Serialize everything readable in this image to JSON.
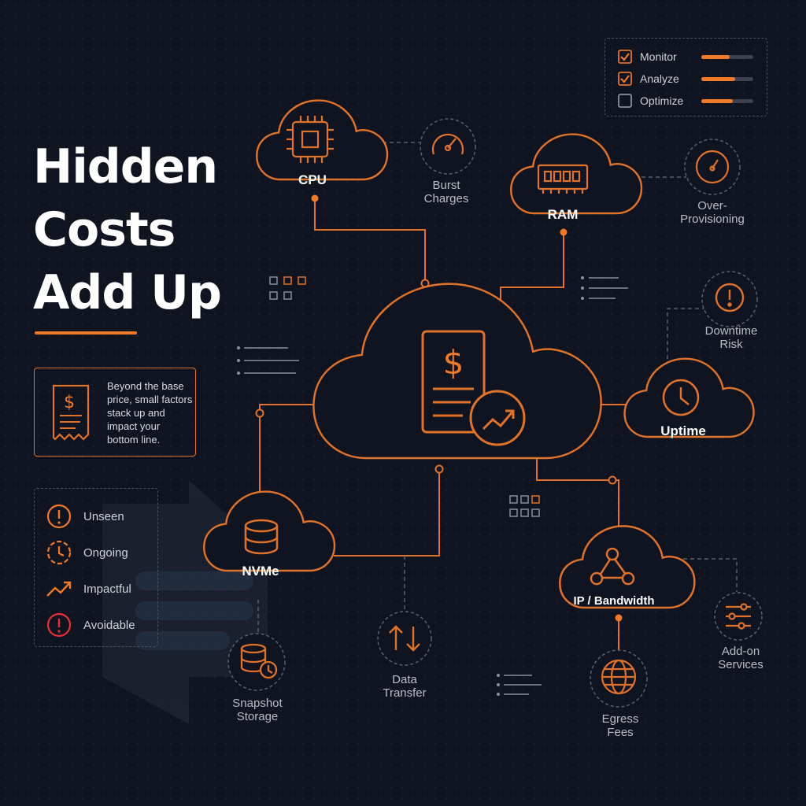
{
  "title": {
    "line1": "Hidden",
    "line2": "Costs",
    "line3": "Add Up"
  },
  "intro": {
    "text": "Beyond the base price, small factors stack up and impact your bottom line."
  },
  "legend": [
    {
      "label": "Unseen",
      "icon": "alert-circle-icon"
    },
    {
      "label": "Ongoing",
      "icon": "clock-icon"
    },
    {
      "label": "Impactful",
      "icon": "trend-up-icon"
    },
    {
      "label": "Avoidable",
      "icon": "alert-circle-icon"
    }
  ],
  "checklist": [
    {
      "label": "Monitor",
      "checked": true,
      "progress": 0.55
    },
    {
      "label": "Analyze",
      "checked": true,
      "progress": 0.65
    },
    {
      "label": "Optimize",
      "checked": false,
      "progress": 0.6
    }
  ],
  "nodes": {
    "cpu": "CPU",
    "ram": "RAM",
    "uptime": "Uptime",
    "nvme": "NVMe",
    "ip_bandwidth": "IP / Bandwidth"
  },
  "factors": {
    "burst": "Burst\nCharges",
    "overprov": "Over-\nProvisioning",
    "downtime": "Downtime\nRisk",
    "snapshot": "Snapshot\nStorage",
    "data_transfer": "Data\nTransfer",
    "egress": "Egress\nFees",
    "addon": "Add-on\nServices"
  },
  "colors": {
    "accent": "#f07a2a",
    "background": "#0f1420",
    "muted": "#4a5060"
  }
}
